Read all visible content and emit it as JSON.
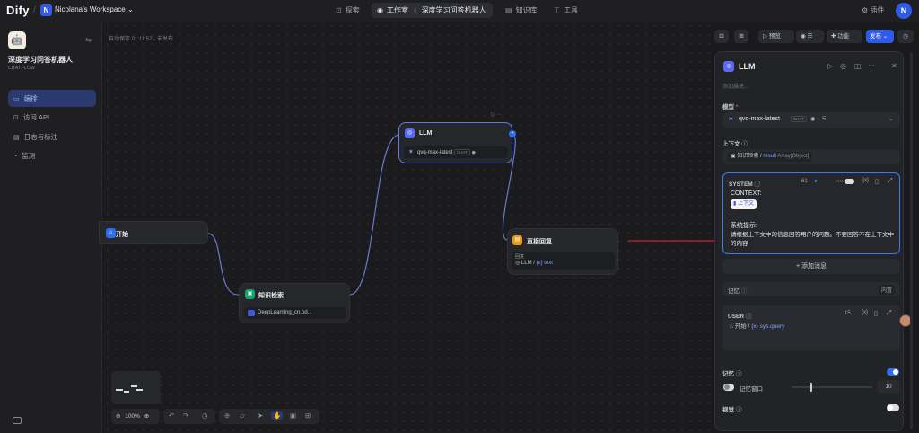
{
  "topbar": {
    "logo": "Dify",
    "workspace_initial": "N",
    "workspace_name": "Nicolana's Workspace ⌄",
    "nav": [
      {
        "icon": "compass-icon",
        "label": "探索"
      },
      {
        "icon": "robot-icon",
        "label": "工作室"
      },
      {
        "icon": "book-icon",
        "label": "知识库"
      },
      {
        "icon": "tool-icon",
        "label": "工具"
      }
    ],
    "breadcrumb_app": "深度学习问答机器人 ⌄",
    "plugins_label": "插件",
    "user_initial": "N"
  },
  "sidebar": {
    "app_icon": "🤖",
    "app_name": "深度学习问答机器人",
    "app_type": "CHATFLOW",
    "items": [
      {
        "icon": "edit-icon",
        "label": "编排"
      },
      {
        "icon": "api-icon",
        "label": "访问 API"
      },
      {
        "icon": "log-icon",
        "label": "日志与标注"
      },
      {
        "icon": "monitor-icon",
        "label": "监测"
      }
    ]
  },
  "canvas": {
    "autosave": "自动保存 01:11:52 · 未发布",
    "zoom": "100%",
    "nodes": {
      "start": {
        "title": "开始"
      },
      "knowledge": {
        "title": "知识检索",
        "file": "DeepLearning_cn.pd..."
      },
      "llm": {
        "title": "LLM",
        "model": "qvq-max-latest",
        "tag": "CHAT"
      },
      "answer": {
        "title": "直接回复",
        "label": "回复",
        "var_prefix": "LLM /",
        "var": "{x} text"
      }
    }
  },
  "header_buttons": {
    "preview": "预览",
    "features": "功能",
    "publish": "发布 ⌄"
  },
  "panel": {
    "title": "LLM",
    "add_desc": "添加描述...",
    "model_label": "模型",
    "model_name": "qvq-max-latest",
    "model_tag": "CHAT",
    "context_label": "上下文",
    "context_source": "知识检索 /",
    "context_var": "result",
    "context_type": "Array[Object]",
    "system": {
      "label": "SYSTEM",
      "count": "61",
      "mode": "JINJA",
      "line1": "CONTEXT:",
      "context_chip": "上下文",
      "line2": "系统提示:",
      "line3": "请根据上下文中的信息回答用户的问题。不要回答不在上下文中的内容"
    },
    "add_message": "+ 添加消息",
    "memory_label": "记忆",
    "builtin": "内置",
    "user": {
      "label": "USER",
      "count": "15",
      "var_prefix": "开始 /",
      "var": "{x} sys.query"
    },
    "memory_toggle_label": "记忆",
    "memory_window_label": "记忆窗口",
    "memory_window_value": "10",
    "vision_label": "视觉"
  },
  "colors": {
    "accent": "#2e5ce8",
    "edge": "#6b78c9",
    "arrow": "#cc2222"
  }
}
